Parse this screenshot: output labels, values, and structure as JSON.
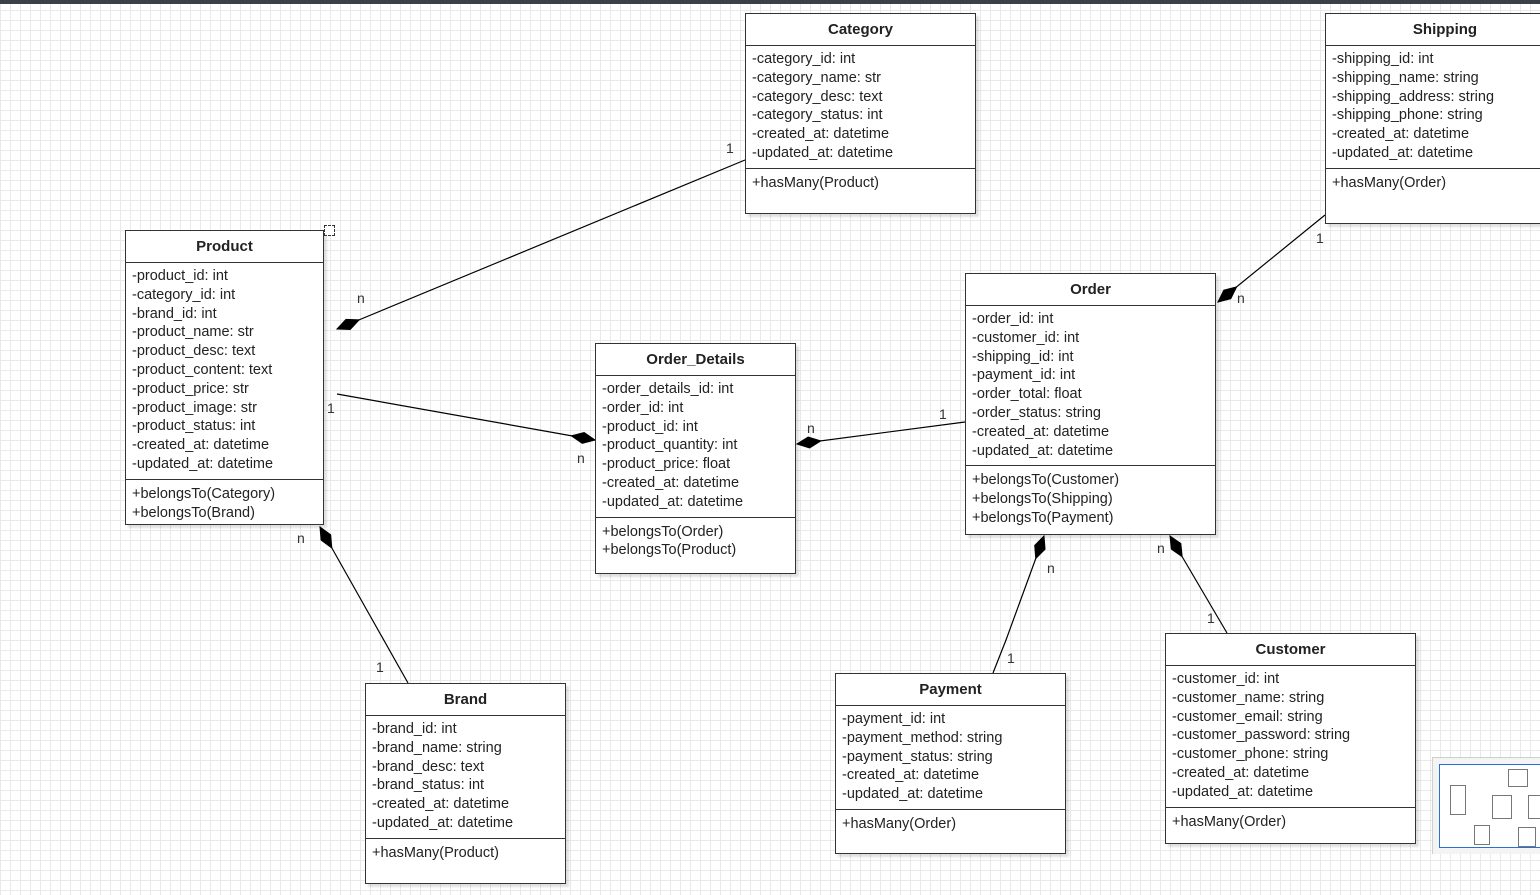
{
  "diagram": {
    "classes": [
      {
        "id": "Category",
        "name": "Category",
        "attributes": [
          "-category_id: int",
          "-category_name: str",
          "-category_desc: text",
          "-category_status: int",
          "-created_at: datetime",
          "-updated_at: datetime"
        ],
        "methods": [
          "+hasMany(Product)"
        ]
      },
      {
        "id": "Shipping",
        "name": "Shipping",
        "attributes": [
          "-shipping_id: int",
          "-shipping_name: string",
          "-shipping_address: string",
          "-shipping_phone: string",
          "-created_at: datetime",
          "-updated_at: datetime"
        ],
        "methods": [
          "+hasMany(Order)"
        ]
      },
      {
        "id": "Product",
        "name": "Product",
        "attributes": [
          "-product_id: int",
          "-category_id: int",
          "-brand_id: int",
          "-product_name: str",
          "-product_desc: text",
          "-product_content: text",
          "-product_price: str",
          "-product_image: str",
          "-product_status: int",
          "-created_at: datetime",
          "-updated_at: datetime"
        ],
        "methods": [
          "+belongsTo(Category)",
          "+belongsTo(Brand)"
        ]
      },
      {
        "id": "Order_Details",
        "name": "Order_Details",
        "attributes": [
          "-order_details_id: int",
          "-order_id: int",
          "-product_id: int",
          "-product_quantity: int",
          "-product_price: float",
          "-created_at: datetime",
          "-updated_at: datetime"
        ],
        "methods": [
          "+belongsTo(Order)",
          "+belongsTo(Product)"
        ]
      },
      {
        "id": "Order",
        "name": "Order",
        "attributes": [
          "-order_id: int",
          "-customer_id: int",
          "-shipping_id: int",
          "-payment_id: int",
          "-order_total: float",
          "-order_status: string",
          "-created_at: datetime",
          "-updated_at: datetime"
        ],
        "methods": [
          "+belongsTo(Customer)",
          "+belongsTo(Shipping)",
          "+belongsTo(Payment)"
        ]
      },
      {
        "id": "Brand",
        "name": "Brand",
        "attributes": [
          "-brand_id: int",
          "-brand_name: string",
          "-brand_desc: text",
          "-brand_status: int",
          "-created_at: datetime",
          "-updated_at: datetime"
        ],
        "methods": [
          "+hasMany(Product)"
        ]
      },
      {
        "id": "Payment",
        "name": "Payment",
        "attributes": [
          "-payment_id: int",
          "-payment_method: string",
          "-payment_status: string",
          "-created_at: datetime",
          "-updated_at: datetime"
        ],
        "methods": [
          "+hasMany(Order)"
        ]
      },
      {
        "id": "Customer",
        "name": "Customer",
        "attributes": [
          "-customer_id: int",
          "-customer_name: string",
          "-customer_email: string",
          "-customer_password: string",
          "-customer_phone: string",
          "-created_at: datetime",
          "-updated_at: datetime"
        ],
        "methods": [
          "+hasMany(Order)"
        ]
      }
    ],
    "relations": [
      {
        "from": "Category",
        "to": "Product",
        "from_mult": "1",
        "to_mult": "n",
        "type": "composition"
      },
      {
        "from": "Product",
        "to": "Order_Details",
        "from_mult": "1",
        "to_mult": "n",
        "type": "composition"
      },
      {
        "from": "Order",
        "to": "Order_Details",
        "from_mult": "1",
        "to_mult": "n",
        "type": "composition"
      },
      {
        "from": "Shipping",
        "to": "Order",
        "from_mult": "1",
        "to_mult": "n",
        "type": "composition"
      },
      {
        "from": "Brand",
        "to": "Product",
        "from_mult": "1",
        "to_mult": "n",
        "type": "composition"
      },
      {
        "from": "Payment",
        "to": "Order",
        "from_mult": "1",
        "to_mult": "n",
        "type": "composition"
      },
      {
        "from": "Customer",
        "to": "Order",
        "from_mult": "1",
        "to_mult": "n",
        "type": "composition"
      }
    ]
  },
  "minimap": {
    "label": "outline-minimap"
  },
  "colors": {
    "line": "#000000",
    "grid": "#e9e9e9",
    "topbar": "#3b4048",
    "minimap_view": "#2a6fd6"
  }
}
